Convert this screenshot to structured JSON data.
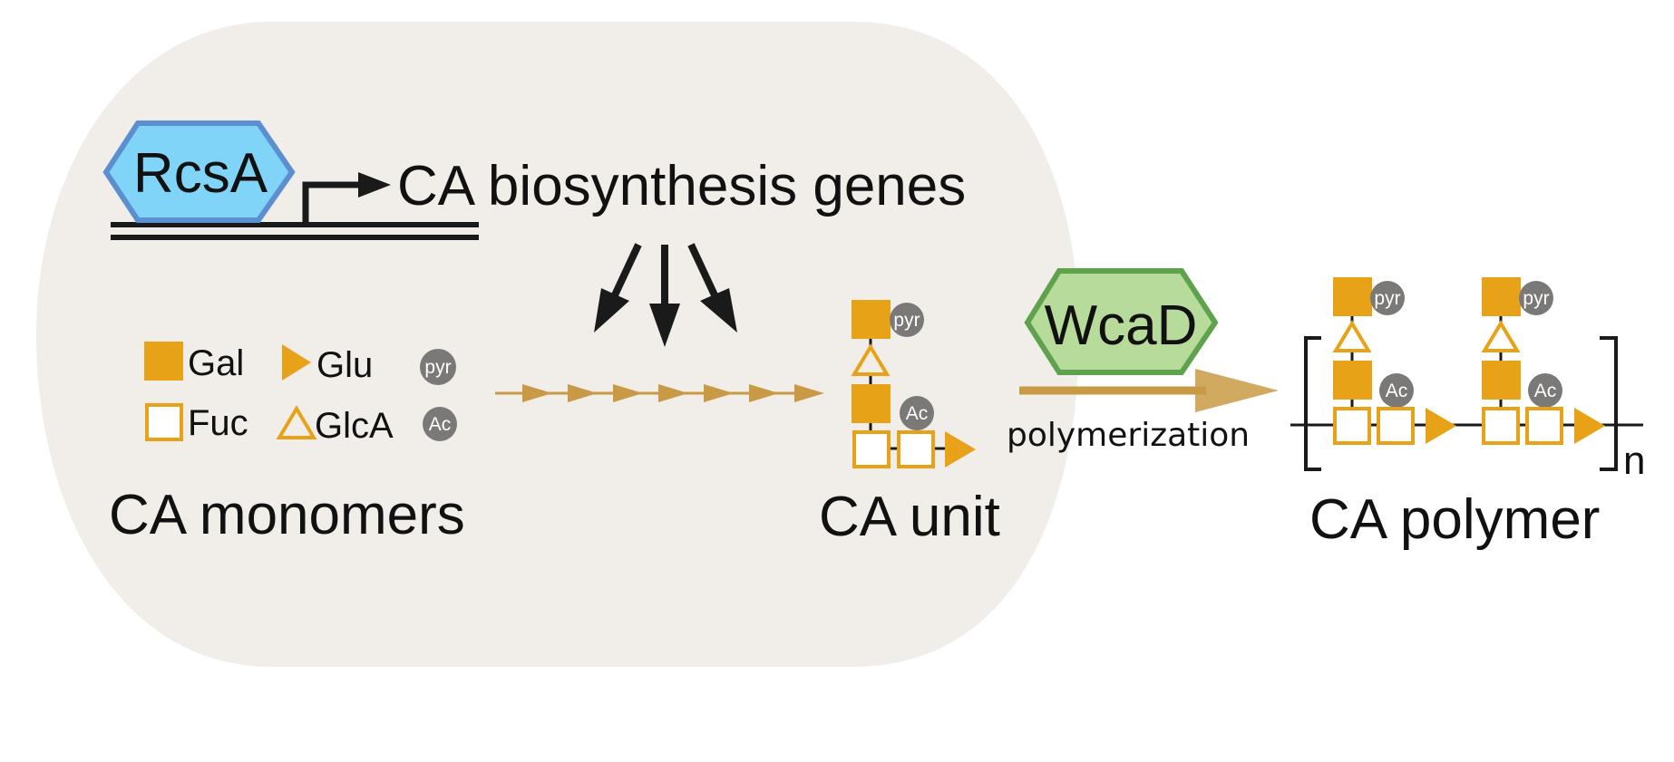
{
  "colors": {
    "cell": "#F1EDE9",
    "orange": "#E8A217",
    "gray": "#7A7978",
    "rcsa_fill": "#80D4F7",
    "rcsa_stroke": "#5B8FCF",
    "wcad_fill": "#B7DB9B",
    "wcad_stroke": "#5FA24E",
    "arrow_brown": "#C99A45",
    "dark": "#1A1A1A"
  },
  "rcsa": {
    "label": "RcsA"
  },
  "genes": {
    "label": "CA biosynthesis genes"
  },
  "legend": {
    "gal": "Gal",
    "glu": "Glu",
    "fuc": "Fuc",
    "glca": "GlcA",
    "pyr": "pyr",
    "ac": "Ac"
  },
  "monomers": {
    "label": "CA monomers"
  },
  "unit": {
    "label": "CA unit",
    "pyr": "pyr",
    "ac": "Ac"
  },
  "wcad": {
    "label": "WcaD",
    "process": "polymerization"
  },
  "polymer": {
    "label": "CA polymer",
    "repeat": "n",
    "pyr": "pyr",
    "ac": "Ac"
  },
  "icons": [
    "hexagon-rcsa",
    "promoter-arrow",
    "hexagon-wcad",
    "galactose-square",
    "glucose-triangle",
    "fucose-square",
    "glucuronic-triangle"
  ]
}
